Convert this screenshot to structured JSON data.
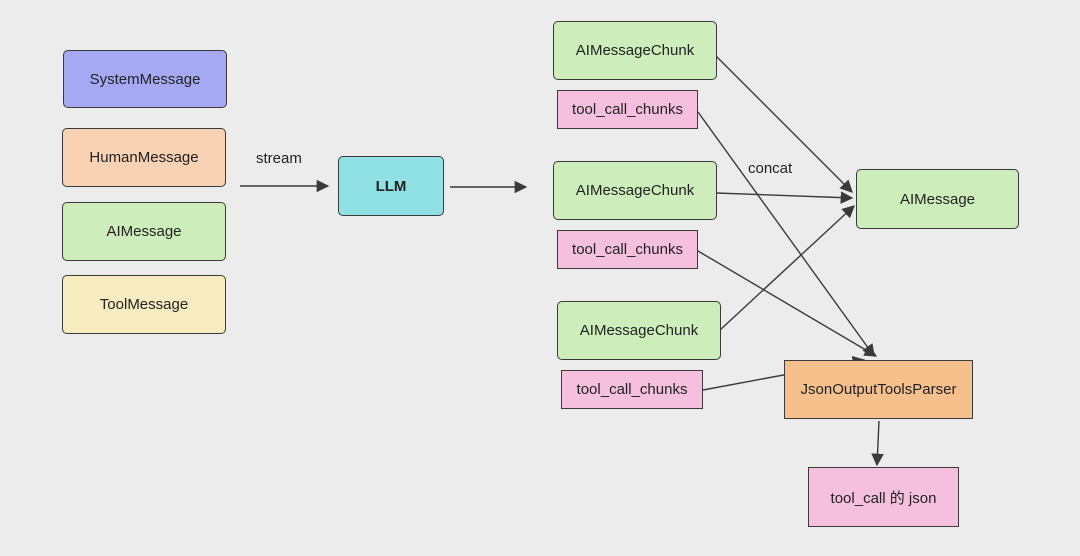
{
  "colors": {
    "background": "#ececec",
    "system": "#a5a9f3",
    "human": "#f8d2b2",
    "ai": "#cdeebb",
    "tool": "#f7ecbf",
    "llm": "#8fe1e3",
    "chunk": "#cdeebb",
    "tool_chunk": "#f5c0dd",
    "parser": "#f6c08d",
    "output": "#f5c0dd",
    "stroke": "#3a3a3a"
  },
  "messages": {
    "system": "SystemMessage",
    "human": "HumanMessage",
    "ai": "AIMessage",
    "tool": "ToolMessage"
  },
  "edge_labels": {
    "stream": "stream",
    "concat": "concat"
  },
  "llm": "LLM",
  "chunks": [
    {
      "chunk": "AIMessageChunk",
      "tool_call_chunks": "tool_call_chunks"
    },
    {
      "chunk": "AIMessageChunk",
      "tool_call_chunks": "tool_call_chunks"
    },
    {
      "chunk": "AIMessageChunk",
      "tool_call_chunks": "tool_call_chunks"
    }
  ],
  "result": {
    "ai_message": "AIMessage",
    "parser": "JsonOutputToolsParser",
    "output": "tool_call 的 json"
  }
}
